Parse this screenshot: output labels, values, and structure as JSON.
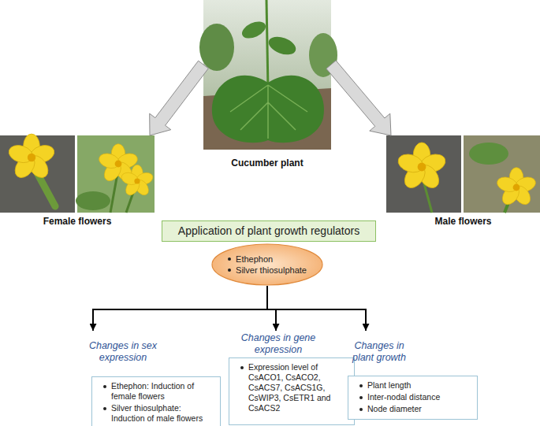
{
  "diagram": {
    "nodes": [
      {
        "text": [
          "Cucumber plant"
        ]
      },
      {
        "text": [
          "Female flowers"
        ]
      },
      {
        "text": [
          "Male flowers"
        ]
      },
      {
        "text": [
          "Application of plant growth regulators"
        ]
      },
      {
        "text": [
          "Ethephon",
          "Silver thiosulphate"
        ]
      },
      {
        "text": [
          "Changes in sex expression",
          "Ethephon: Induction of female flowers",
          "Silver thiosulphate: Induction of male flowers"
        ]
      },
      {
        "text": [
          "Changes in gene expression",
          "Expression level of CsACO1, CsACO2, CsACS7, CsACS1G, CsWIP3, CsETR1 and CsACS2"
        ]
      },
      {
        "text": [
          "Changes in plant growth",
          "Plant length",
          "Inter-nodal distance",
          "Node diameter"
        ]
      }
    ],
    "edges": [
      {
        "from": 0,
        "to": 1,
        "arrow": "to"
      },
      {
        "from": 0,
        "to": 2,
        "arrow": "to"
      },
      {
        "from": 4,
        "to": 5,
        "arrow": "to"
      },
      {
        "from": 4,
        "to": 6,
        "arrow": "to"
      },
      {
        "from": 4,
        "to": 7,
        "arrow": "to"
      }
    ]
  }
}
